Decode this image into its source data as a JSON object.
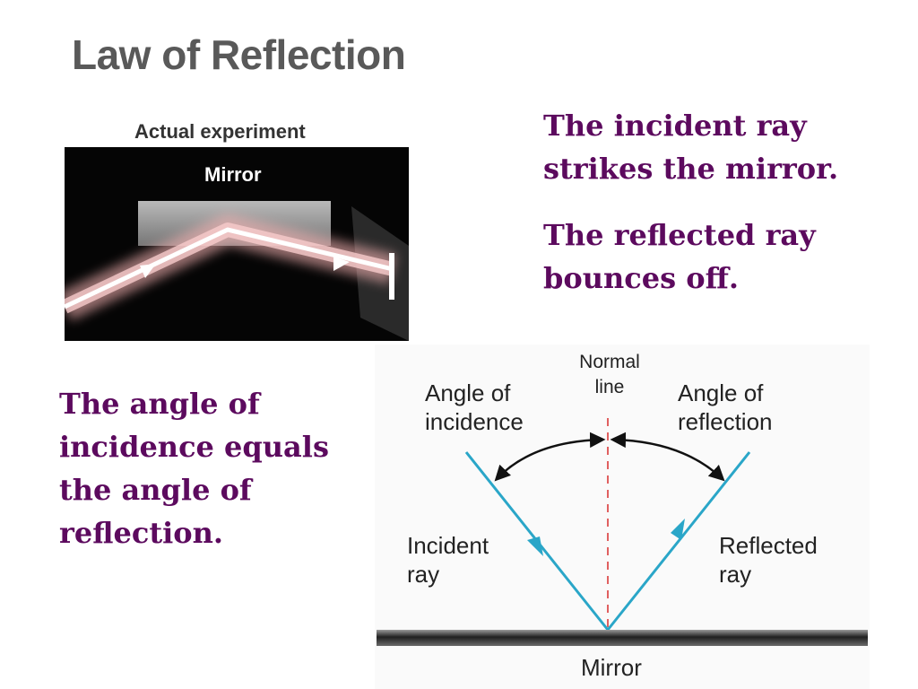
{
  "title": "Law of Reflection",
  "text_blocks": {
    "incident_strikes": "The incident ray strikes the mirror.",
    "reflected_bounces": "The reflected ray bounces off.",
    "angle_equality": "The angle of incidence equals the angle of reflection."
  },
  "photo": {
    "caption": "Actual experiment",
    "mirror_label": "Mirror"
  },
  "diagram": {
    "normal_line": "Normal line",
    "angle_of_incidence": "Angle of incidence",
    "angle_of_reflection": "Angle of reflection",
    "incident_ray": "Incident ray",
    "reflected_ray": "Reflected ray",
    "mirror": "Mirror"
  },
  "colors": {
    "ray": "#2aa6c8",
    "text_purple": "#5c0a5e",
    "title_gray": "#595959",
    "normal_line": "#e06060"
  }
}
